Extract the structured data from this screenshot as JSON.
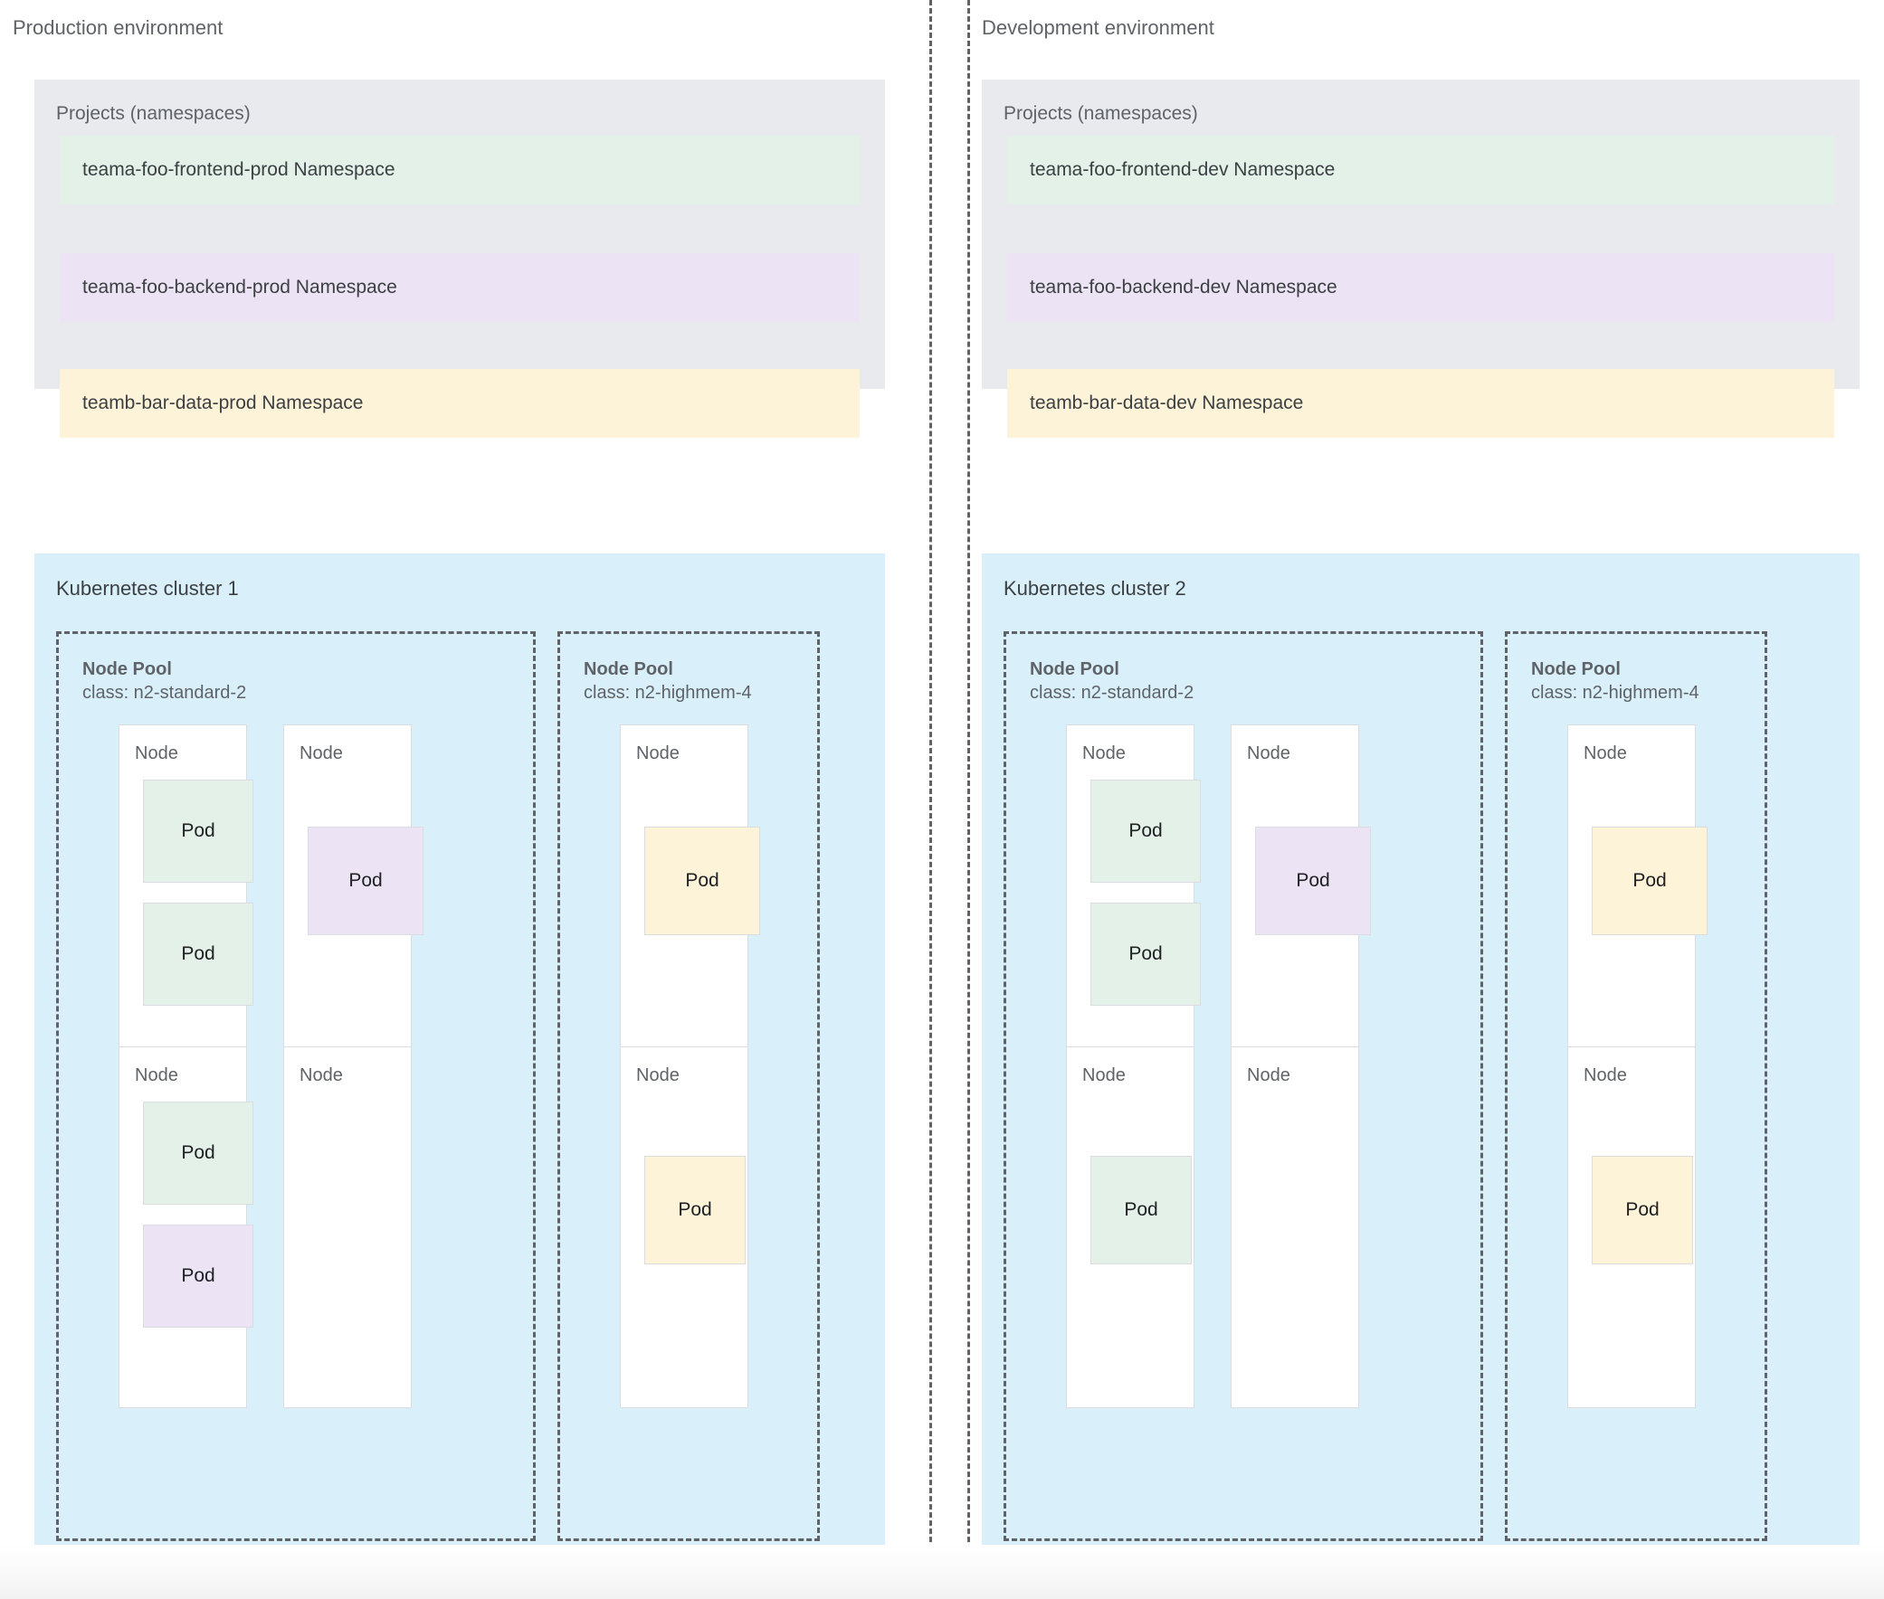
{
  "palette": {
    "page_background": "#ffffff",
    "projects_panel_bg": "#e8eaed",
    "cluster_panel_bg": "#d9f0fb",
    "node_bg": "#ffffff",
    "node_border": "#dadce0",
    "divider": "#5f6368",
    "text_primary": "#3c4043",
    "text_secondary": "#5f6368",
    "pod_green": "#e3f1e9",
    "pod_purple": "#ece4f4",
    "pod_yellow": "#fcf3d9"
  },
  "environments": [
    {
      "title": "Production environment",
      "projects": {
        "title": "Projects (namespaces)",
        "namespaces": [
          {
            "label": "teama-foo-frontend-prod Namespace",
            "color": "#e3f1e9"
          },
          {
            "label": "teama-foo-backend-prod Namespace",
            "color": "#ece4f4"
          },
          {
            "label": "teamb-bar-data-prod Namespace",
            "color": "#fcf3d9"
          }
        ]
      },
      "cluster": {
        "title": "Kubernetes cluster 1",
        "node_pools": [
          {
            "name": "Node Pool",
            "class": "class: n2-standard-2",
            "nodes": [
              {
                "label": "Node",
                "pods": [
                  {
                    "label": "Pod",
                    "color": "#e3f1e9"
                  },
                  {
                    "label": "Pod",
                    "color": "#e3f1e9"
                  }
                ]
              },
              {
                "label": "Node",
                "pods": [
                  {
                    "label": "Pod",
                    "color": "#ece4f4"
                  }
                ]
              },
              {
                "label": "Node",
                "pods": [
                  {
                    "label": "Pod",
                    "color": "#e3f1e9"
                  },
                  {
                    "label": "Pod",
                    "color": "#ece4f4"
                  }
                ]
              },
              {
                "label": "Node",
                "pods": []
              }
            ]
          },
          {
            "name": "Node Pool",
            "class": "class: n2-highmem-4",
            "nodes": [
              {
                "label": "Node",
                "pods": [
                  {
                    "label": "Pod",
                    "color": "#fcf3d9"
                  }
                ]
              },
              {
                "label": "Node",
                "pods": [
                  {
                    "label": "Pod",
                    "color": "#fcf3d9"
                  }
                ]
              }
            ]
          }
        ]
      }
    },
    {
      "title": "Development environment",
      "projects": {
        "title": "Projects (namespaces)",
        "namespaces": [
          {
            "label": "teama-foo-frontend-dev Namespace",
            "color": "#e3f1e9"
          },
          {
            "label": "teama-foo-backend-dev Namespace",
            "color": "#ece4f4"
          },
          {
            "label": "teamb-bar-data-dev Namespace",
            "color": "#fcf3d9"
          }
        ]
      },
      "cluster": {
        "title": "Kubernetes cluster 2",
        "node_pools": [
          {
            "name": "Node Pool",
            "class": "class: n2-standard-2",
            "nodes": [
              {
                "label": "Node",
                "pods": [
                  {
                    "label": "Pod",
                    "color": "#e3f1e9"
                  },
                  {
                    "label": "Pod",
                    "color": "#e3f1e9"
                  }
                ]
              },
              {
                "label": "Node",
                "pods": [
                  {
                    "label": "Pod",
                    "color": "#ece4f4"
                  }
                ]
              },
              {
                "label": "Node",
                "pods": [
                  {
                    "label": "Pod",
                    "color": "#e3f1e9"
                  }
                ]
              },
              {
                "label": "Node",
                "pods": []
              }
            ]
          },
          {
            "name": "Node Pool",
            "class": "class: n2-highmem-4",
            "nodes": [
              {
                "label": "Node",
                "pods": [
                  {
                    "label": "Pod",
                    "color": "#fcf3d9"
                  }
                ]
              },
              {
                "label": "Node",
                "pods": [
                  {
                    "label": "Pod",
                    "color": "#fcf3d9"
                  }
                ]
              }
            ]
          }
        ]
      }
    }
  ]
}
